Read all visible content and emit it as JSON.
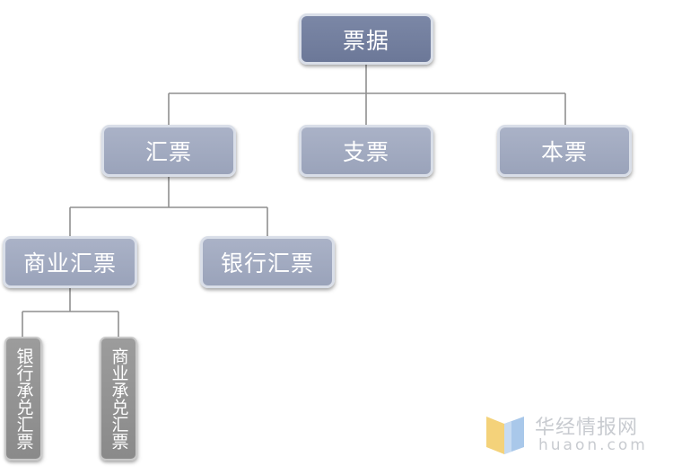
{
  "diagram": {
    "root": "票据",
    "level1": [
      "汇票",
      "支票",
      "本票"
    ],
    "level2": [
      "商业汇票",
      "银行汇票"
    ],
    "level3": [
      "银行承兑汇票",
      "商业承兑汇票"
    ]
  },
  "watermark": {
    "name": "华经情报网",
    "url": "huaon.com"
  },
  "colors": {
    "root": "#6c7898",
    "node": "#9aa3ba",
    "leaf": "#8a8a8a",
    "line": "#8f8f8f"
  }
}
